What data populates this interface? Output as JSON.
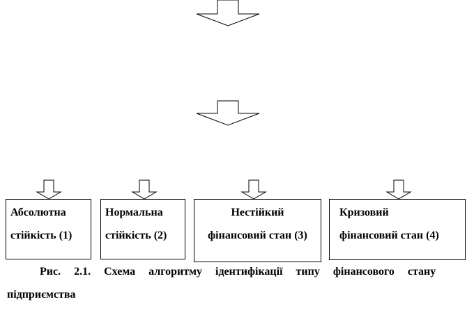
{
  "boxes": [
    {
      "line1": "Абсолютна",
      "line2": "стійкість (1)"
    },
    {
      "line1": "Нормальна",
      "line2": "стійкість (2)"
    },
    {
      "line1": "Нестійкий",
      "line2": "фінансовий стан (3)"
    },
    {
      "line1": "Кризовий",
      "line2": "фінансовий стан (4)"
    }
  ],
  "caption": {
    "line1": "Рис. 2.1. Схема алгоритму ідентифікації типу фінансового стану",
    "line2": "підприємства"
  }
}
